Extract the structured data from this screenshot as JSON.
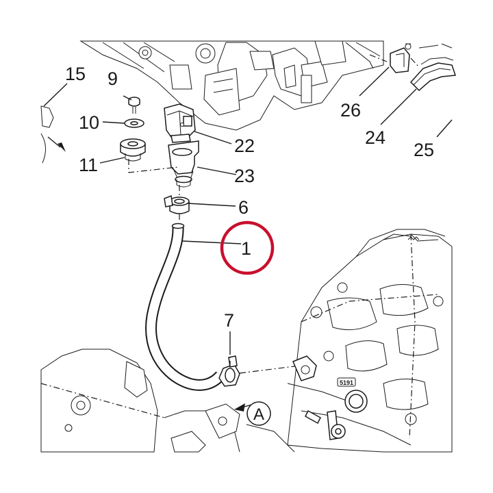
{
  "diagram": {
    "callouts": {
      "c15": "15",
      "c9": "9",
      "c10": "10",
      "c11": "11",
      "c22": "22",
      "c23": "23",
      "c6": "6",
      "c1": "1",
      "c7": "7",
      "c26": "26",
      "c24": "24",
      "c25": "25",
      "cA": "A"
    },
    "engine_marking": "5191",
    "highlight_color": "#c8102e",
    "line_color": "#1a1a1a"
  }
}
